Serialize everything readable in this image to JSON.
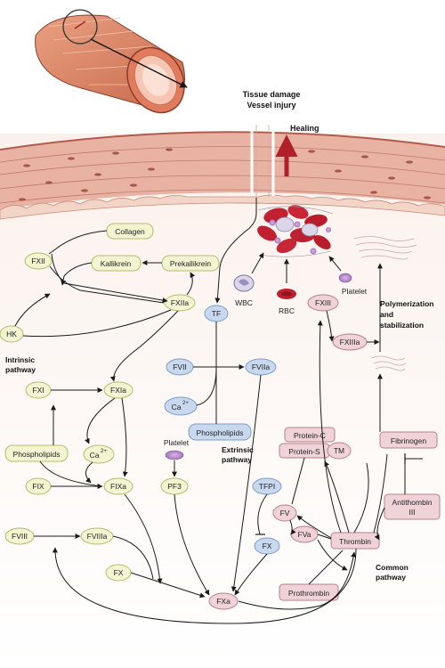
{
  "injury": {
    "title_line1": "Tissue damage",
    "title_line2": "Vessel injury",
    "healing": "Healing"
  },
  "intrinsic": {
    "heading_line1": "Intrinsic",
    "heading_line2": "pathway",
    "nodes": {
      "collagen": "Collagen",
      "fxii": "FXII",
      "kallikrein": "Kallikrein",
      "prekallikrein": "Prekallikrein",
      "fxiia": "FXIIa",
      "hk": "HK",
      "fxi": "FXI",
      "fxia": "FXIa",
      "phospholipids": "Phospholipids",
      "ca": "Ca",
      "ca_sup": "2+",
      "fix": "FIX",
      "fixa": "FIXa",
      "fviii": "FVIII",
      "fviiia": "FVIIIa",
      "fx": "FX"
    }
  },
  "platelet_left": {
    "label": "Platelet",
    "pf3": "PF3"
  },
  "extrinsic": {
    "heading_line1": "Extrinsic",
    "heading_line2": "pathway",
    "nodes": {
      "tf": "TF",
      "fvii": "FVII",
      "fviia": "FVIIa",
      "ca": "Ca",
      "ca_sup": "2+",
      "phospholipids": "Phospholipids",
      "tfpi": "TFPI",
      "fx": "FX"
    }
  },
  "common": {
    "heading_line1": "Common",
    "heading_line2": "pathway",
    "nodes": {
      "fxa": "FXa",
      "prothrombin": "Prothrombin",
      "thrombin": "Thrombin",
      "fv": "FV",
      "fva": "FVa",
      "protein_c": "Protein-C",
      "protein_s": "Protein-S",
      "tm": "TM",
      "fibrinogen": "Fibrinogen",
      "antithrombin_line1": "Antithombin",
      "antithrombin_line2": "III"
    }
  },
  "cells": {
    "wbc": "WBC",
    "rbc": "RBC",
    "platelet": "Platelet"
  },
  "polymerization": {
    "fxiii": "FXIII",
    "fxiiia": "FXIIIa",
    "label_line1": "Polymerization",
    "label_line2": "and",
    "label_line3": "stabilization"
  },
  "colors": {
    "intrinsic_fill": "#f3f5d2",
    "intrinsic_stroke": "#b8bb6a",
    "extrinsic_fill": "#c8d9ef",
    "extrinsic_stroke": "#7d9dc8",
    "common_fill": "#efd3d9",
    "common_stroke": "#b97f8c",
    "tissue": "#e8b3a3",
    "vessel_red": "#c0392b"
  }
}
